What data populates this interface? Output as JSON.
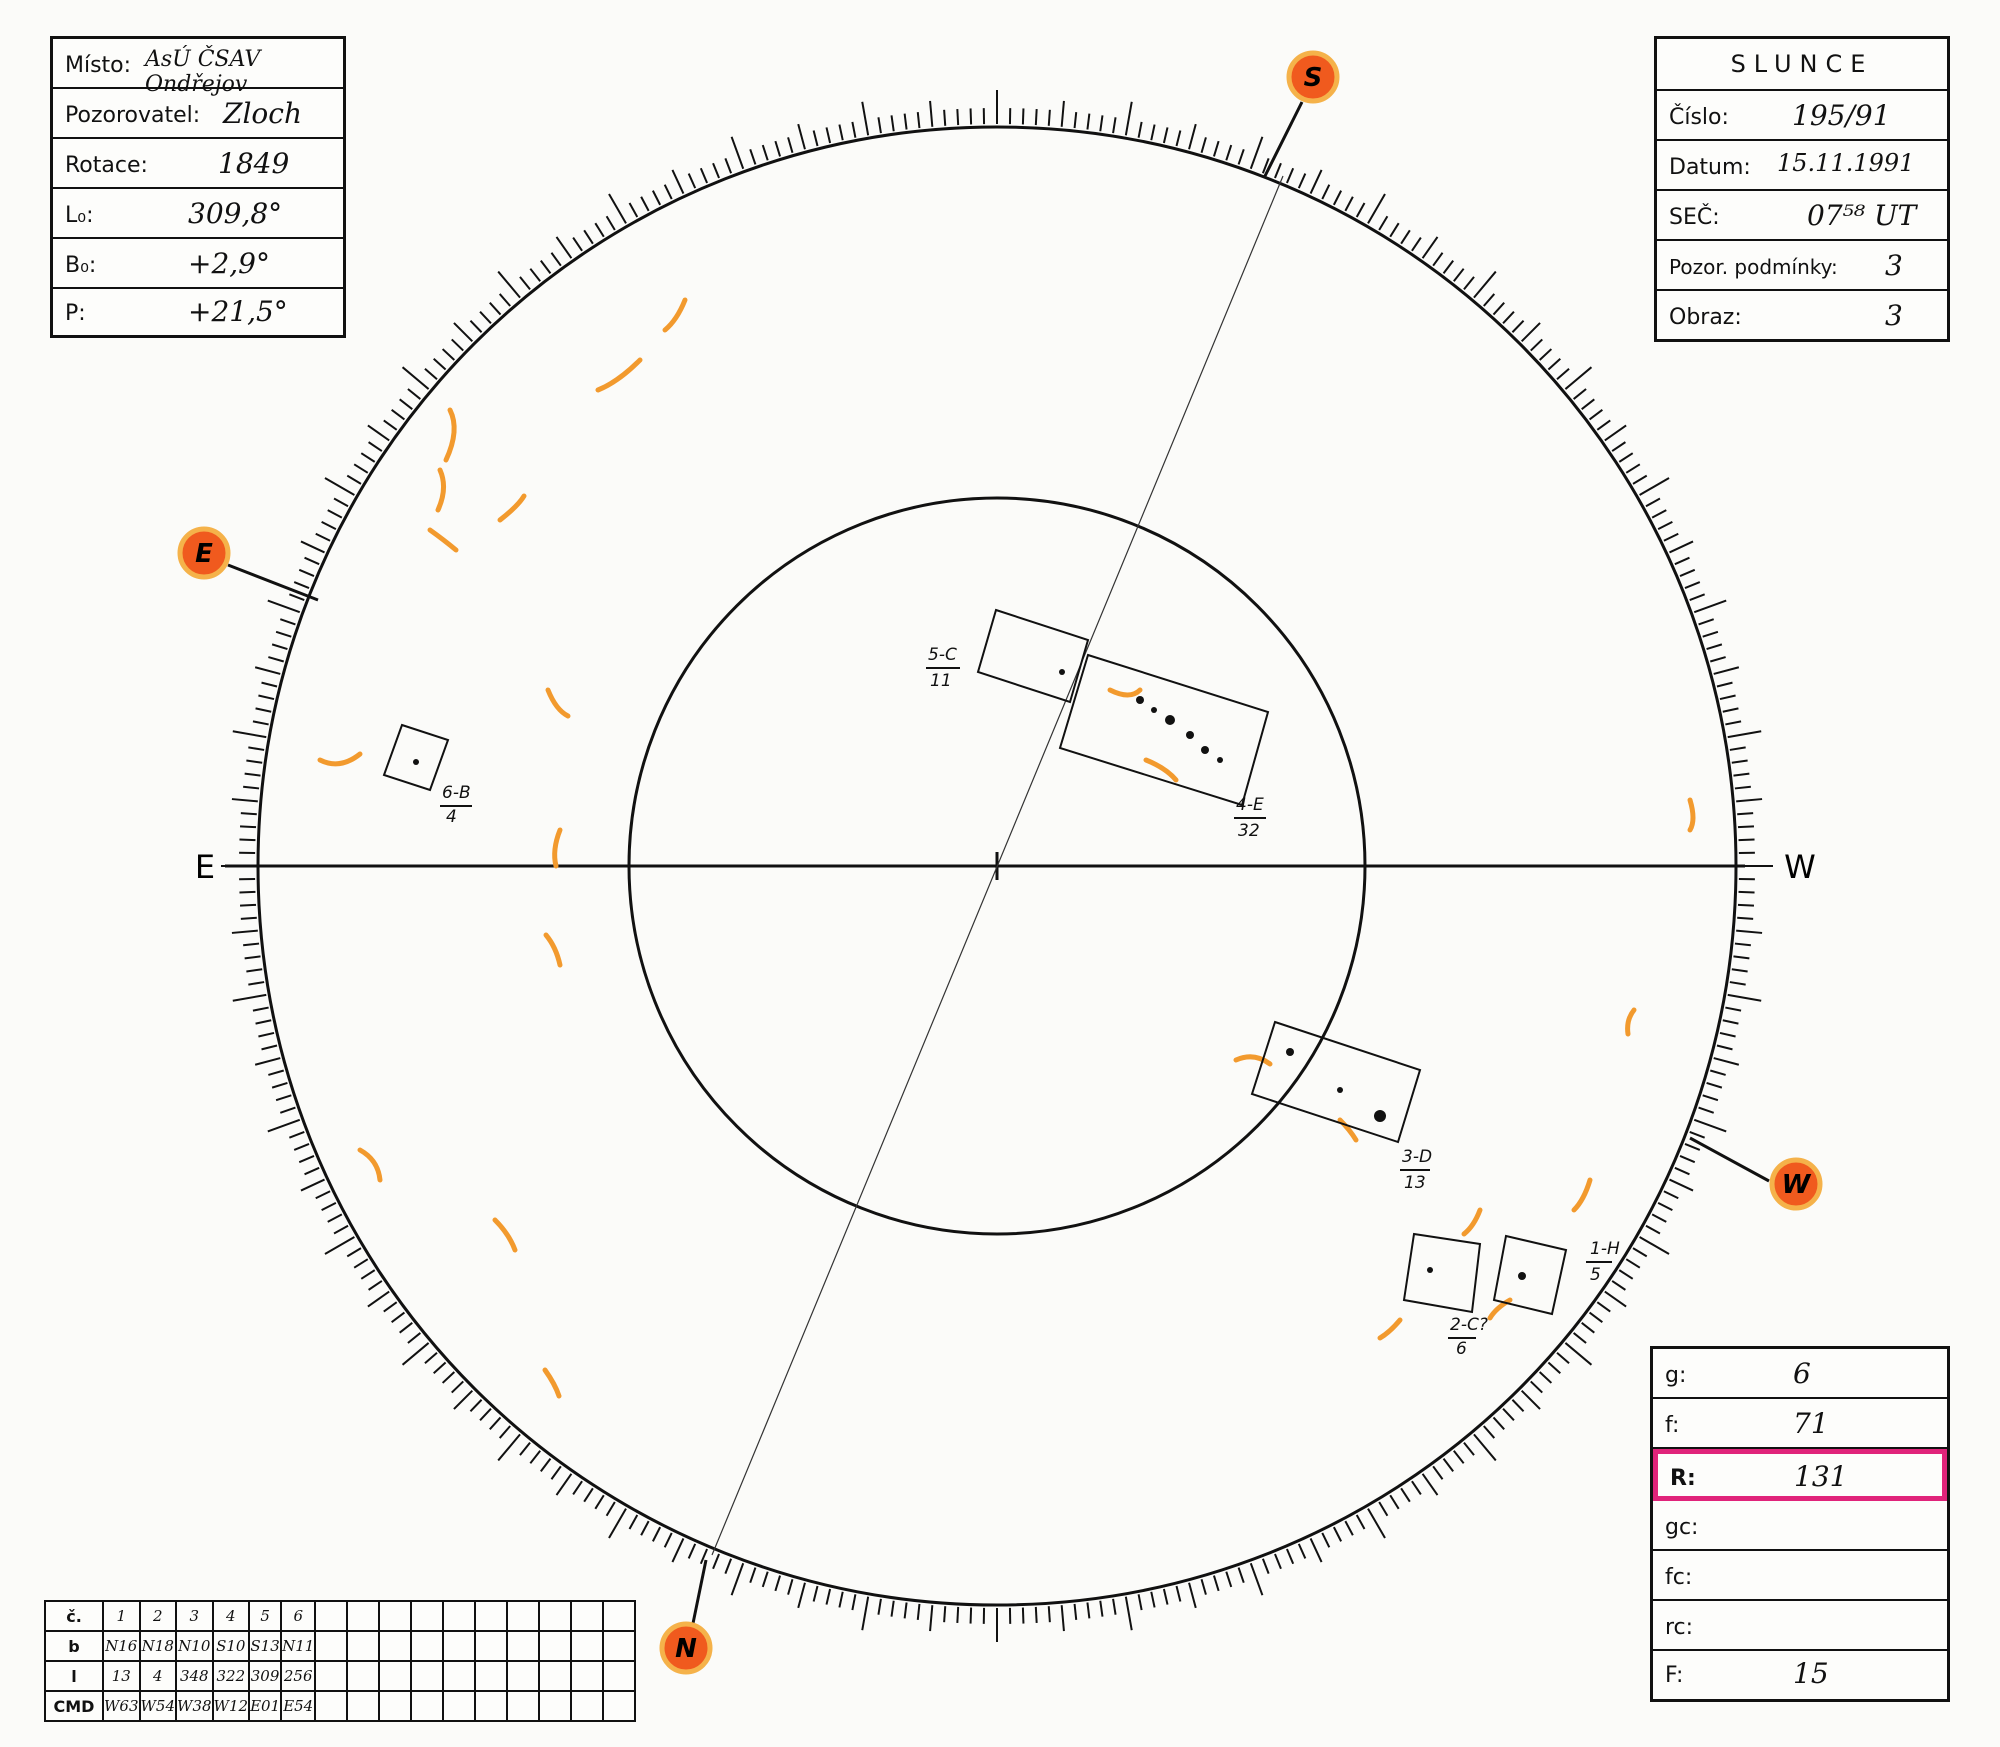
{
  "left_panel": {
    "rows": [
      {
        "label": "Místo:",
        "value": "AsÚ ČSAV Ondřejov"
      },
      {
        "label": "Pozorovatel:",
        "value": "Zloch"
      },
      {
        "label": "Rotace:",
        "value": "1849"
      },
      {
        "label": "L₀:",
        "value": "309,8°"
      },
      {
        "label": "B₀:",
        "value": "+2,9°"
      },
      {
        "label": "P:",
        "value": "+21,5°"
      }
    ]
  },
  "right_panel": {
    "title": "SLUNCE",
    "rows": [
      {
        "label": "Číslo:",
        "value": "195/91"
      },
      {
        "label": "Datum:",
        "value": "15.11.1991"
      },
      {
        "label": "SEČ:",
        "value": "07⁵⁸ UT"
      },
      {
        "label": "Pozor. podmínky:",
        "value": "3"
      },
      {
        "label": "Obraz:",
        "value": "3"
      }
    ]
  },
  "stats_panel": {
    "rows": [
      {
        "label": "g:",
        "value": "6"
      },
      {
        "label": "f:",
        "value": "71"
      },
      {
        "label": "R:",
        "value": "131"
      },
      {
        "label": "gc:",
        "value": ""
      },
      {
        "label": "fc:",
        "value": ""
      },
      {
        "label": "rc:",
        "value": ""
      },
      {
        "label": "F:",
        "value": "15"
      }
    ],
    "highlight_color": "#e0247a"
  },
  "directions": {
    "east": "E",
    "west": "W",
    "marker_s": "S",
    "marker_e": "E",
    "marker_w": "W",
    "marker_n": "N"
  },
  "groups": [
    {
      "label": "1-H",
      "count": "5"
    },
    {
      "label": "2-C?",
      "count": "6"
    },
    {
      "label": "3-D",
      "count": "13"
    },
    {
      "label": "4-E",
      "count": "32"
    },
    {
      "label": "5-C",
      "count": "11"
    },
    {
      "label": "6-B",
      "count": "4"
    }
  ],
  "table": {
    "headers": [
      "č.",
      "b",
      "l",
      "CMD"
    ],
    "columns": [
      "1",
      "2",
      "3",
      "4",
      "5",
      "6"
    ],
    "b": [
      "N16",
      "N18",
      "N10",
      "S10",
      "S13",
      "N11"
    ],
    "l": [
      "13",
      "4",
      "348",
      "322",
      "309",
      "256"
    ],
    "cmd": [
      "W63",
      "W54",
      "W38",
      "W12",
      "E01",
      "E54"
    ]
  },
  "colors": {
    "marker_fill": "#f05a1e",
    "marker_ring": "#f5b24a",
    "facula": "#f29a2e"
  }
}
